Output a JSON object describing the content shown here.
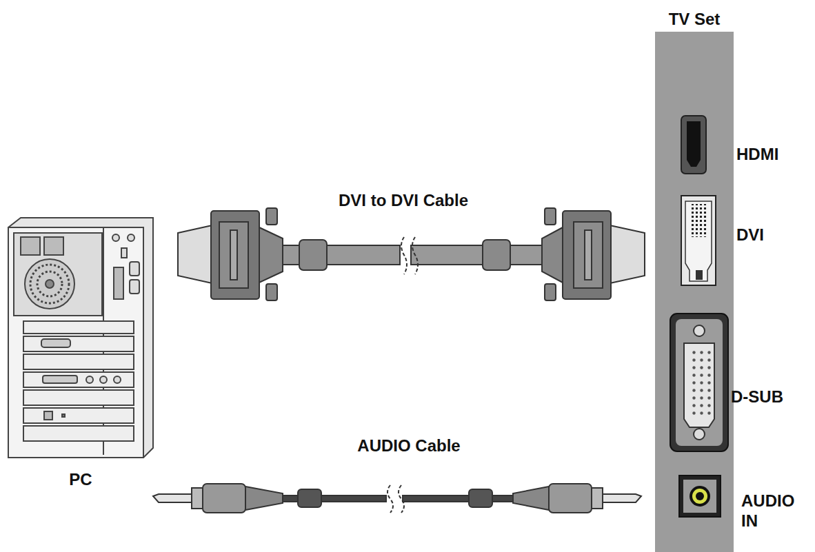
{
  "diagram": {
    "nodes": [
      {
        "text": [
          "PC"
        ]
      },
      {
        "text": [
          "TV Set"
        ]
      }
    ],
    "labels": [
      "DVI to DVI Cable",
      "AUDIO Cable",
      "HDMI",
      "DVI",
      "D-SUB",
      "AUDIO IN"
    ]
  }
}
